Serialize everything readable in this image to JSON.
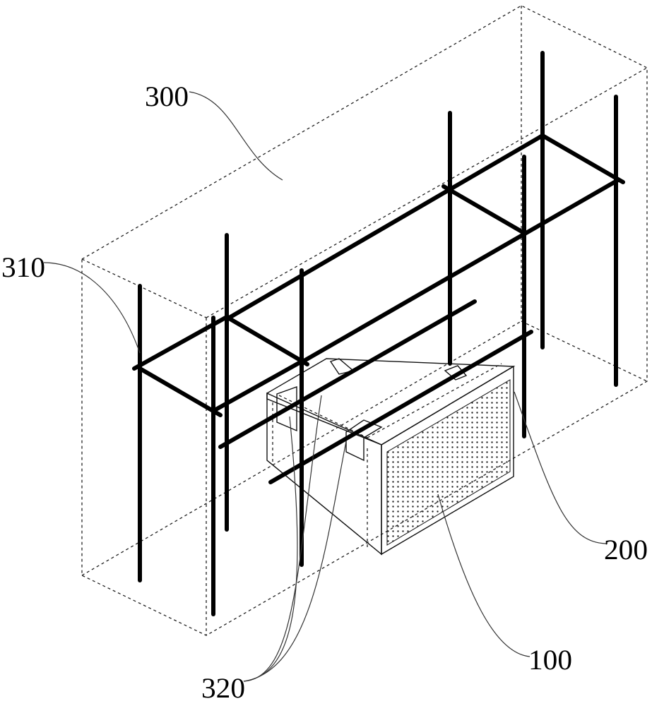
{
  "labels": {
    "frame_space": "300",
    "scaffold": "310",
    "clamp": "320",
    "housing": "200",
    "unit": "100"
  }
}
